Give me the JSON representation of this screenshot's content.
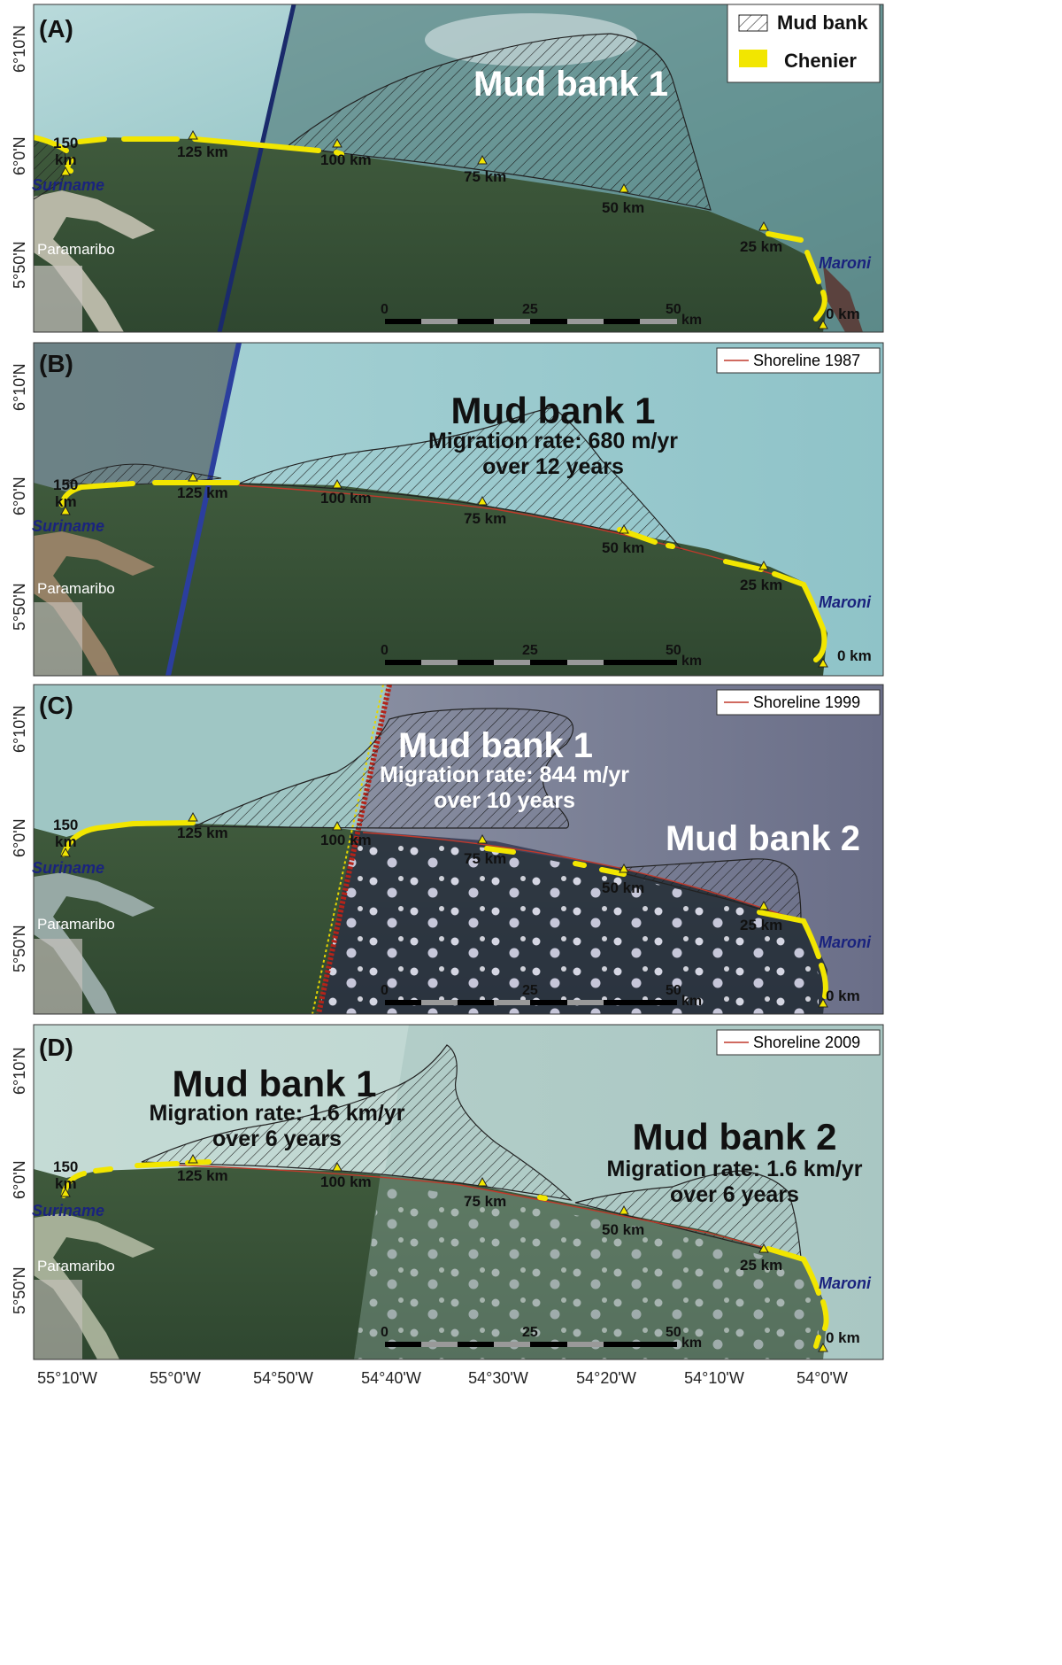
{
  "legend": {
    "mud_bank": "Mud bank",
    "chenier": "Chenier",
    "chenier_color": "#f2e600"
  },
  "axes": {
    "lat_ticks": [
      "6°10'N",
      "6°0'N",
      "5°50'N"
    ],
    "lon_ticks": [
      "55°10'W",
      "55°0'W",
      "54°50'W",
      "54°40'W",
      "54°30'W",
      "54°20'W",
      "54°10'W",
      "54°0'W"
    ]
  },
  "places": {
    "suriname": "Suriname",
    "maroni": "Maroni",
    "paramaribo": "Paramaribo"
  },
  "km_markers": [
    "0 km",
    "25 km",
    "50 km",
    "75 km",
    "100 km",
    "125 km",
    "150",
    "km"
  ],
  "scalebar": {
    "labels": [
      "0",
      "25",
      "50"
    ],
    "unit": "km"
  },
  "panels": [
    {
      "label": "(A)",
      "shoreline_label": "",
      "mud_banks": [
        {
          "name": "Mud bank 1",
          "rate": "",
          "period": ""
        }
      ]
    },
    {
      "label": "(B)",
      "shoreline_label": "Shoreline 1987",
      "mud_banks": [
        {
          "name": "Mud bank 1",
          "rate": "Migration rate:  680 m/yr",
          "period": "over 12 years"
        }
      ]
    },
    {
      "label": "(C)",
      "shoreline_label": "Shoreline 1999",
      "mud_banks": [
        {
          "name": "Mud bank 1",
          "rate": "Migration rate: 844 m/yr",
          "period": "over 10 years"
        },
        {
          "name": "Mud bank 2",
          "rate": "",
          "period": ""
        }
      ]
    },
    {
      "label": "(D)",
      "shoreline_label": "Shoreline 2009",
      "mud_banks": [
        {
          "name": "Mud bank 1",
          "rate": "Migration rate: 1.6 km/yr",
          "period": "over 6 years"
        },
        {
          "name": "Mud bank 2",
          "rate": "Migration rate: 1.6 km/yr",
          "period": "over 6 years"
        }
      ]
    }
  ]
}
